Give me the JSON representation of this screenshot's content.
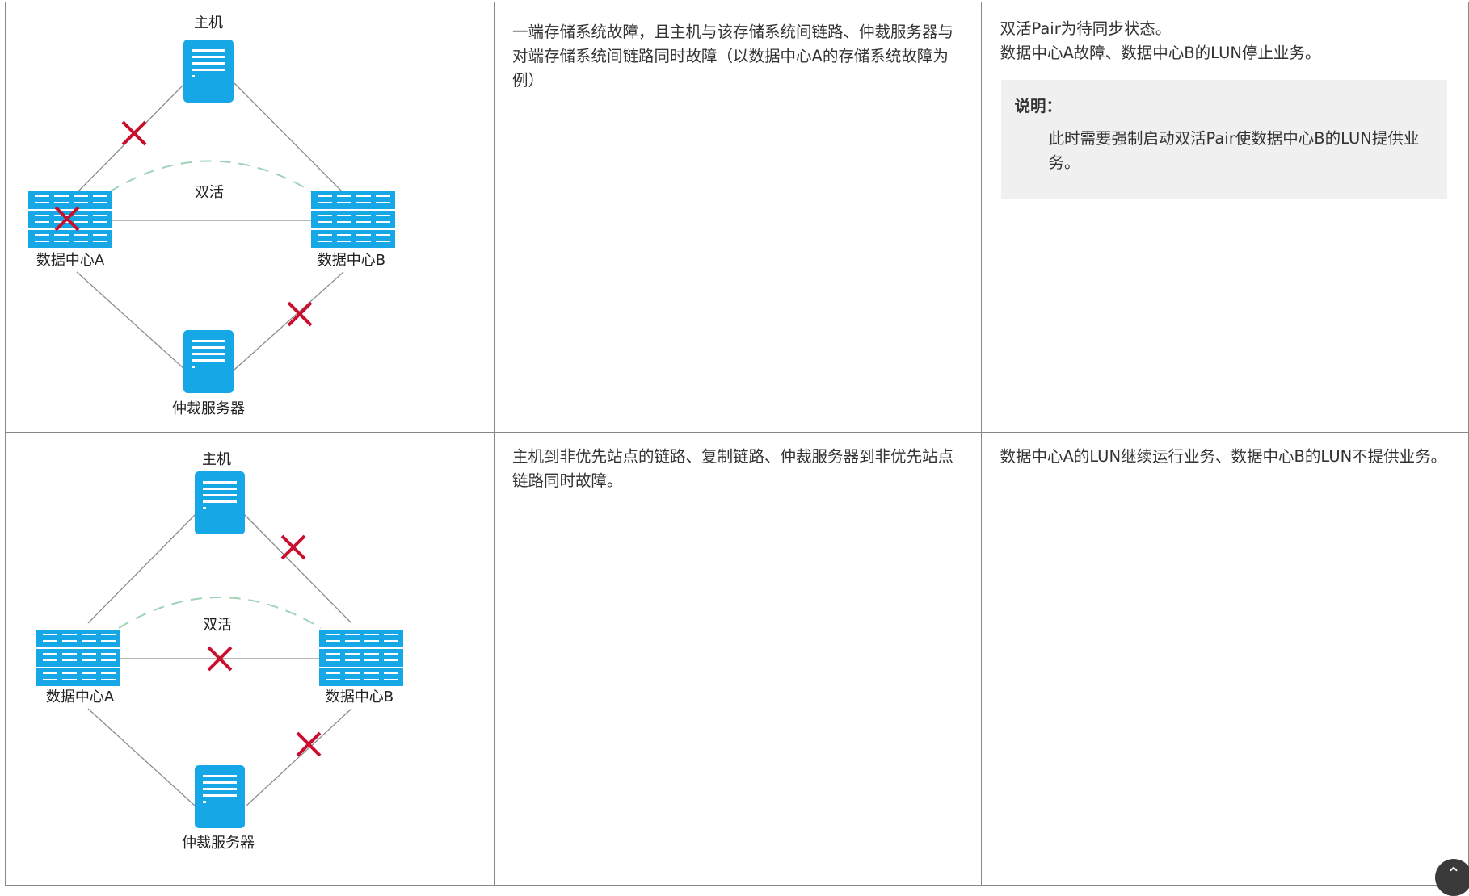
{
  "rows": [
    {
      "diagram": {
        "host_label": "主机",
        "arbiter_label": "仲裁服务器",
        "dc_a_label": "数据中心A",
        "dc_b_label": "数据中心B",
        "link_label": "双活"
      },
      "condition": "一端存储系统故障，且主机与该存储系统间链路、仲裁服务器与对端存储系统间链路同时故障（以数据中心A的存储系统故障为例）",
      "result_lines": [
        "双活Pair为待同步状态。",
        "数据中心A故障、数据中心B的LUN停止业务。"
      ],
      "note": {
        "title": "说明：",
        "body": "此时需要强制启动双活Pair使数据中心B的LUN提供业务。"
      }
    },
    {
      "diagram": {
        "host_label": "主机",
        "arbiter_label": "仲裁服务器",
        "dc_a_label": "数据中心A",
        "dc_b_label": "数据中心B",
        "link_label": "双活"
      },
      "condition": "主机到非优先站点的链路、复制链路、仲裁服务器到非优先站点链路同时故障。",
      "result_lines": [
        "数据中心A的LUN继续运行业务、数据中心B的LUN不提供业务。"
      ]
    }
  ],
  "colors": {
    "device_blue": "#16a8e6",
    "fail_mark_red": "#c8102e",
    "link_gray": "#8c8c8c",
    "active_link_green": "#9fd3b8"
  },
  "icons": {
    "server": "server-icon",
    "storage": "storage-array-icon",
    "failure": "cross-mark-icon",
    "scroll": "back-to-top-icon"
  }
}
